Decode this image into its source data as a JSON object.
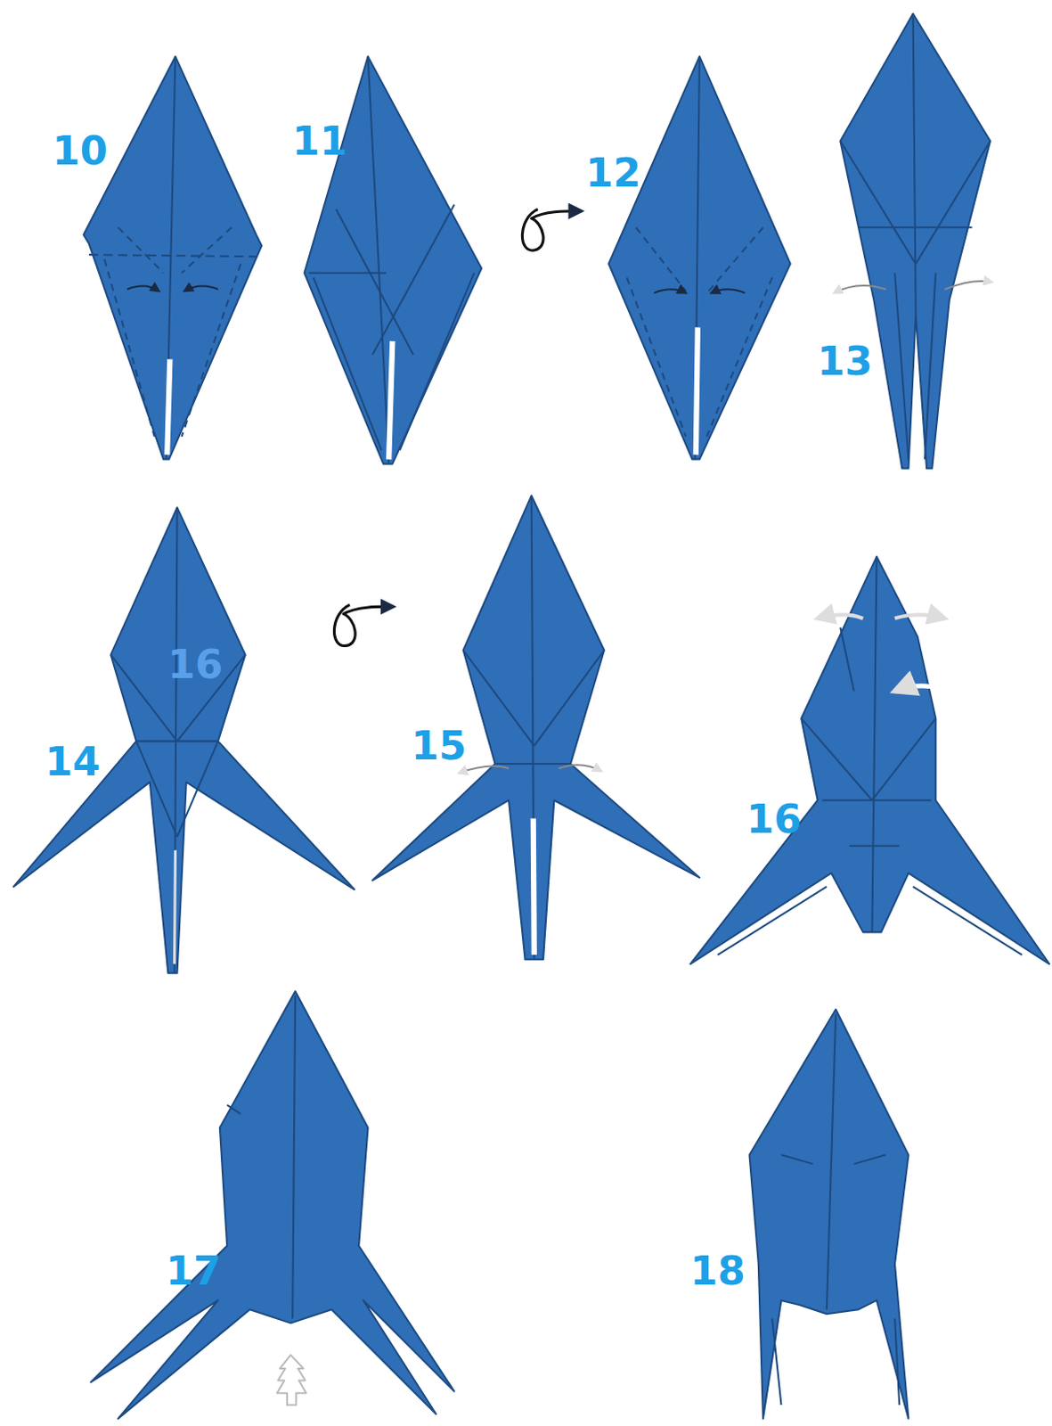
{
  "diagram": {
    "labels": [
      "10",
      "11",
      "12",
      "13",
      "14",
      "16",
      "15",
      "16",
      "17",
      "18"
    ]
  }
}
